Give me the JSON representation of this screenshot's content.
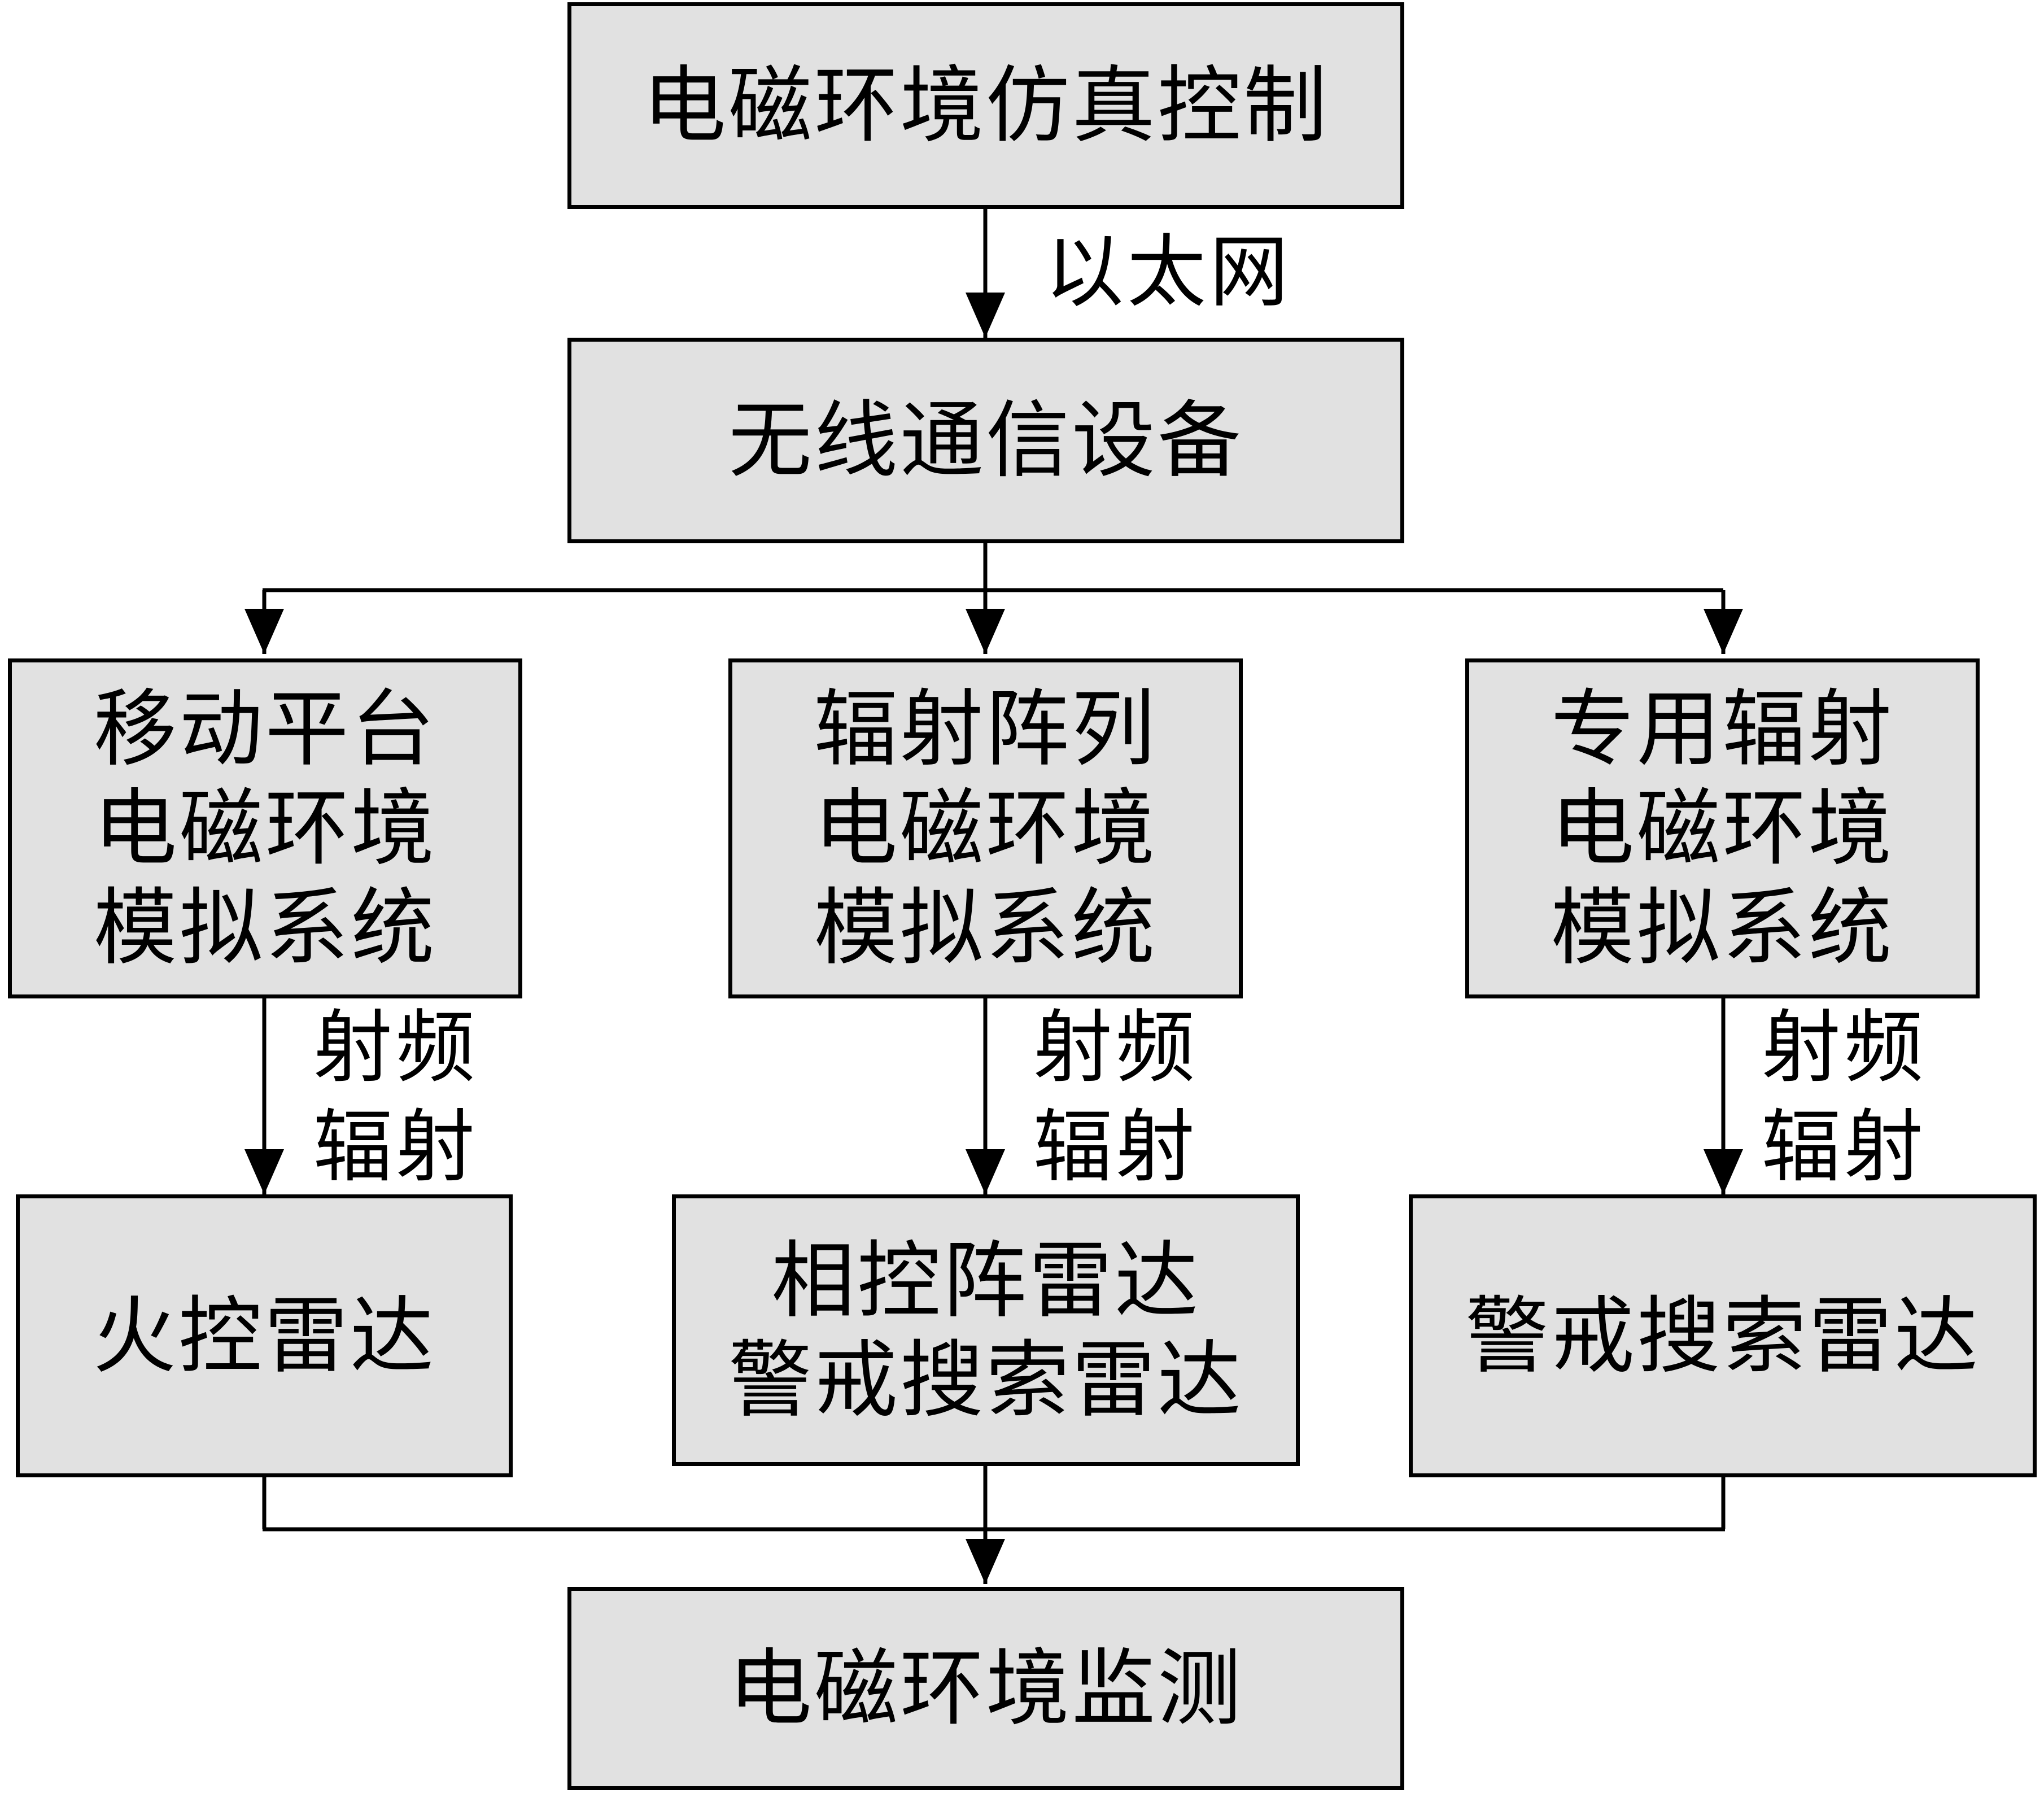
{
  "diagram": {
    "nodes": {
      "control": "电磁环境仿真控制",
      "wireless": "无线通信设备",
      "mobile_sim": "移动平台\n电磁环境\n模拟系统",
      "array_sim": "辐射阵列\n电磁环境\n模拟系统",
      "dedicated_sim": "专用辐射\n电磁环境\n模拟系统",
      "fire_radar": "火控雷达",
      "phased_radar": "相控阵雷达\n警戒搜索雷达",
      "search_radar": "警戒搜索雷达",
      "monitor": "电磁环境监测"
    },
    "edge_labels": {
      "ethernet": "以太网",
      "rf_left": "射频\n辐射",
      "rf_middle": "射频\n辐射",
      "rf_right": "射频\n辐射"
    }
  },
  "colors": {
    "box_fill": "#e1e1e1",
    "line": "#000000"
  }
}
